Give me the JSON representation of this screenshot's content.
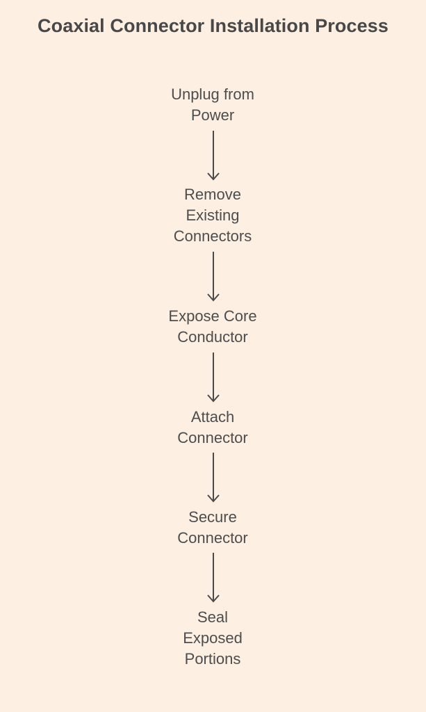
{
  "diagram": {
    "title": "Coaxial Connector Installation Process",
    "steps": [
      {
        "lines": [
          "Unplug from",
          "Power"
        ]
      },
      {
        "lines": [
          "Remove",
          "Existing",
          "Connectors"
        ]
      },
      {
        "lines": [
          "Expose Core",
          "Conductor"
        ]
      },
      {
        "lines": [
          "Attach",
          "Connector"
        ]
      },
      {
        "lines": [
          "Secure",
          "Connector"
        ]
      },
      {
        "lines": [
          "Seal",
          "Exposed",
          "Portions"
        ]
      }
    ],
    "colors": {
      "background": "#fdefe2",
      "text": "#4d4d4d",
      "arrow": "#4a4a4a"
    }
  }
}
